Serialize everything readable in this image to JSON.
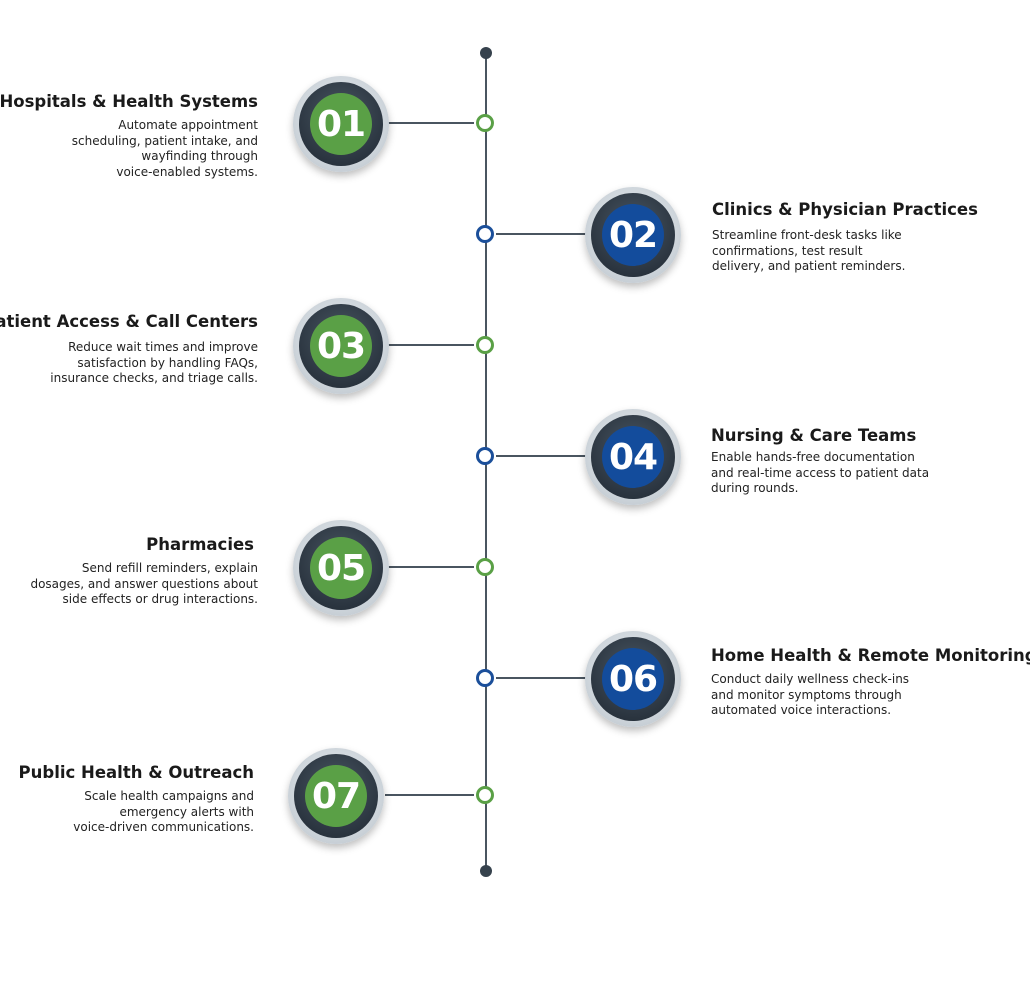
{
  "timeline": {
    "items": [
      {
        "number": "01",
        "title": "Hospitals & Health Systems",
        "description": [
          "Automate appointment",
          "scheduling, patient intake, and",
          "wayfinding through",
          "voice-enabled systems."
        ],
        "color": "#5aa046"
      },
      {
        "number": "02",
        "title": "Clinics & Physician Practices",
        "description": [
          "Streamline front-desk tasks like",
          "confirmations, test result",
          "delivery, and patient reminders."
        ],
        "color": "#134c9c"
      },
      {
        "number": "03",
        "title": "Patient Access & Call Centers",
        "description": [
          "Reduce wait times and improve",
          "satisfaction by handling FAQs,",
          "insurance checks, and triage calls."
        ],
        "color": "#5aa046"
      },
      {
        "number": "04",
        "title": "Nursing & Care Teams",
        "description": [
          "Enable hands-free documentation",
          "and real-time access to patient data",
          "during rounds."
        ],
        "color": "#134c9c"
      },
      {
        "number": "05",
        "title": "Pharmacies",
        "description": [
          "Send refill reminders, explain",
          "dosages, and answer questions about",
          "side effects or drug interactions."
        ],
        "color": "#5aa046"
      },
      {
        "number": "06",
        "title": "Home Health & Remote Monitoring",
        "description": [
          "Conduct daily wellness check-ins",
          "and monitor symptoms through",
          "automated voice interactions."
        ],
        "color": "#134c9c"
      },
      {
        "number": "07",
        "title": "Public Health & Outreach",
        "description": [
          "Scale health campaigns and",
          "emergency alerts with",
          "voice-driven communications."
        ],
        "color": "#5aa046"
      }
    ]
  }
}
